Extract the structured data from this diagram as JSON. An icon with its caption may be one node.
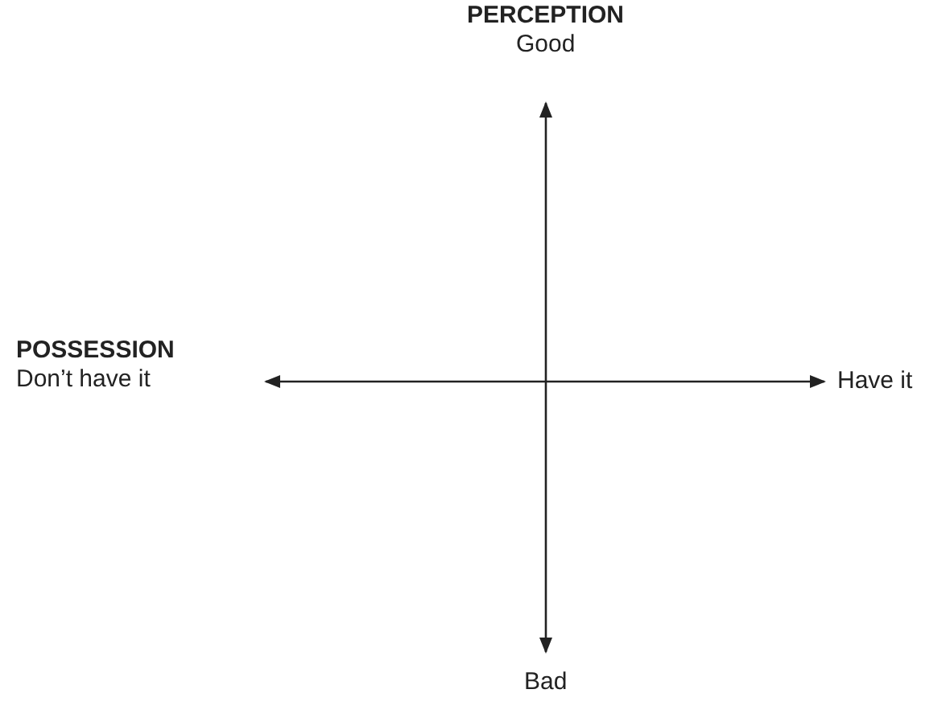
{
  "diagram": {
    "labels": [
      "PERCEPTION",
      "Good",
      "POSSESSION",
      "Don’t have it",
      "Have it",
      "Bad"
    ]
  }
}
